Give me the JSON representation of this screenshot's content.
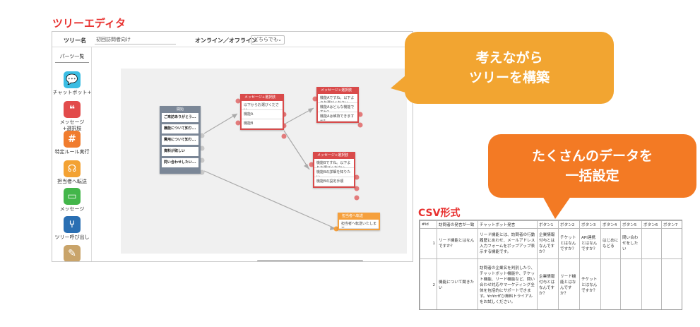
{
  "titles": {
    "tree_editor": "ツリーエディタ",
    "csv": "CSV形式"
  },
  "editor": {
    "tree_name_label": "ツリー名",
    "tree_name_value": "初回訪問者向け",
    "online_label": "オンライン／オフライン",
    "online_select": "どちらでも",
    "palette_title": "パーツ一覧",
    "palette": [
      {
        "label": "チャットボット+",
        "icon": "chat-bubble-icon",
        "color": "#3bbde3",
        "glyph": "💬"
      },
      {
        "label": "メッセージ\n+選択肢",
        "icon": "message-choice-icon",
        "color": "#e24b4b",
        "glyph": "❝"
      },
      {
        "label": "特定ルール実行",
        "icon": "hashtag-icon",
        "color": "#f07c2e",
        "glyph": "#"
      },
      {
        "label": "担当者へ転送",
        "icon": "headset-icon",
        "color": "#f3a233",
        "glyph": "☊"
      },
      {
        "label": "メッセージ",
        "icon": "message-icon",
        "color": "#43b64a",
        "glyph": "▭"
      },
      {
        "label": "ツリー呼び出し",
        "icon": "tree-call-icon",
        "color": "#2a6fb3",
        "glyph": "⑂"
      },
      {
        "label": "",
        "icon": "user-edit-icon",
        "color": "#c9a46a",
        "glyph": "✎"
      }
    ],
    "nodes": {
      "start": {
        "title": "開始",
        "rows": [
          "ご来訪ありがとう...",
          "機能について知り...",
          "費用について知り...",
          "資料が欲しい",
          "問い合わせしたい..."
        ]
      },
      "msg1": {
        "title": "メッセージ+選択肢",
        "rows": [
          "以下からお選びください",
          "機能A",
          "機能B"
        ]
      },
      "msg2": {
        "title": "メッセージ+選択肢",
        "rows": [
          "機能Aですね。以下よりお選びください",
          "機能Aはどんな機能ですか？",
          "機能Aは維持できますか？"
        ]
      },
      "msg3": {
        "title": "メッセージ+選択肢",
        "rows": [
          "機能Bですね。以下よりお選びください",
          "機能Bの詳細を知りたい",
          "機能Bの設定手順"
        ]
      },
      "transfer": {
        "title": "担当者へ転送",
        "rows": [
          "担当者へ転送いたします"
        ]
      }
    }
  },
  "callouts": {
    "first": [
      "考えながら",
      "ツリーを構築"
    ],
    "second": [
      "たくさんのデータを",
      "一括設定"
    ]
  },
  "csv": {
    "headers": [
      "#id",
      "訪問者の発言が一致",
      "チャットボット発言",
      "ボタン1",
      "ボタン2",
      "ボタン3",
      "ボタン4",
      "ボタン5",
      "ボタン6",
      "ボタン7"
    ],
    "rows": [
      [
        "1",
        "リード機能とはなんですか？",
        "リード機能とは、訪問者の行動履歴にあわせ、メールアドレス入力フォームをポップアップ表示する機能です。",
        "企業情報付与とはなんですか？",
        "チケットとはなんですか？",
        "API連携とはなんですか？",
        "はじめにもどる",
        "問い合わせをしたい",
        "",
        ""
      ],
      [
        "2",
        "機能について聞きたい",
        "訪問者の企業名を判別したり、チャットボット機能や、チケット機能、リード機能など、問い合わせ対応やマーケティング全体を包括的にサポートできます。¥n¥nぜひ無料トライアルをお試しください。",
        "企業情報付与とはなんですか？",
        "リード機能とはなんですか？",
        "チケットとはなんですか？",
        "",
        "",
        "",
        ""
      ]
    ]
  },
  "colors": {
    "accent_red": "#e8312f",
    "callout_yellow": "#f2a531",
    "callout_orange": "#f37a24"
  }
}
